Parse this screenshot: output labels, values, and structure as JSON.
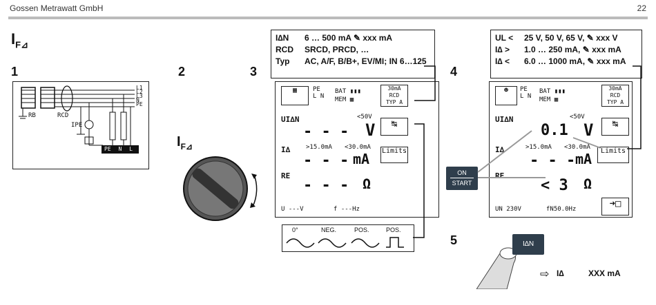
{
  "header": {
    "company": "Gossen Metrawatt GmbH",
    "page": "22"
  },
  "title": {
    "main": "I",
    "sub": "F⊿"
  },
  "steps": {
    "s1": "1",
    "s2": "2",
    "s3": "3",
    "s4": "4",
    "s5": "5"
  },
  "schematic": {
    "labels": [
      "L1",
      "L2",
      "L3",
      "N",
      "PE"
    ],
    "rcd": "RCD",
    "rb": "RB",
    "ipe": "IPE",
    "rail": [
      "PE",
      "N",
      "L"
    ]
  },
  "rotary": {
    "label_main": "I",
    "label_sub": "F⊿"
  },
  "info1": {
    "row1_key": "I∆N",
    "row1_val": "6 … 500 mA",
    "row1_extra": "xxx mA",
    "row2_key": "RCD",
    "row2_val": "SRCD, PRCD, …",
    "row3_key": "Typ",
    "row3_val": "AC, A/F, B/B+, EV/MI; IN 6…125"
  },
  "info2": {
    "row1_key": "UL <",
    "row1_val": "25 V, 50 V, 65 V,",
    "row1_extra": "xxx V",
    "row2_key": "I∆ >",
    "row2_val": "1.0 … 250 mA,",
    "row2_extra": "xxx mA",
    "row3_key": "I∆ <",
    "row3_val": "6.0 … 1000 mA,",
    "row3_extra": "xxx mA"
  },
  "lcd1": {
    "top_pe": "PE",
    "top_ln": "L N",
    "bat": "BAT",
    "mem": "MEM",
    "rcd_btn": [
      "30mA",
      "RCD",
      "TYP A"
    ],
    "row1_label": "UI∆N",
    "row1_lim": "<50V",
    "row1_val": "- - -",
    "row1_unit": "V",
    "row2_label": "I∆",
    "row2_lim1": ">15.0mA",
    "row2_lim2": "<30.0mA",
    "row2_val": "- - -",
    "row2_unit": "mA",
    "row3_label": "RE",
    "row3_val": "- - -",
    "row3_unit": "Ω",
    "row4_u": "U",
    "row4_uval": "---V",
    "row4_f": "f",
    "row4_fval": "---Hz",
    "limits_label": "Limits"
  },
  "lcd2": {
    "top_pe": "PE",
    "top_ln": "L N",
    "bat": "BAT",
    "mem": "MEM",
    "rcd_btn": [
      "30mA",
      "RCD",
      "TYP A"
    ],
    "row1_label": "UI∆N",
    "row1_lim": "<50V",
    "row1_val": "0.1",
    "row1_unit": "V",
    "row2_label": "I∆",
    "row2_lim1": ">15.0mA",
    "row2_lim2": "<30.0mA",
    "row2_val": "- - -",
    "row2_unit": "mA",
    "row3_label": "RE",
    "row3_val": "< 3",
    "row3_unit": "Ω",
    "row4_u": "UN 230V",
    "row4_f": "fN50.0Hz",
    "limits_label": "Limits"
  },
  "waveform": {
    "w1": "0°",
    "w2": "NEG.",
    "w3": "POS.",
    "w4": "POS."
  },
  "start_key": {
    "top": "ON",
    "bottom": "START"
  },
  "step5": {
    "key": "I∆N",
    "result_label": "I∆",
    "result_value": "XXX mA"
  }
}
